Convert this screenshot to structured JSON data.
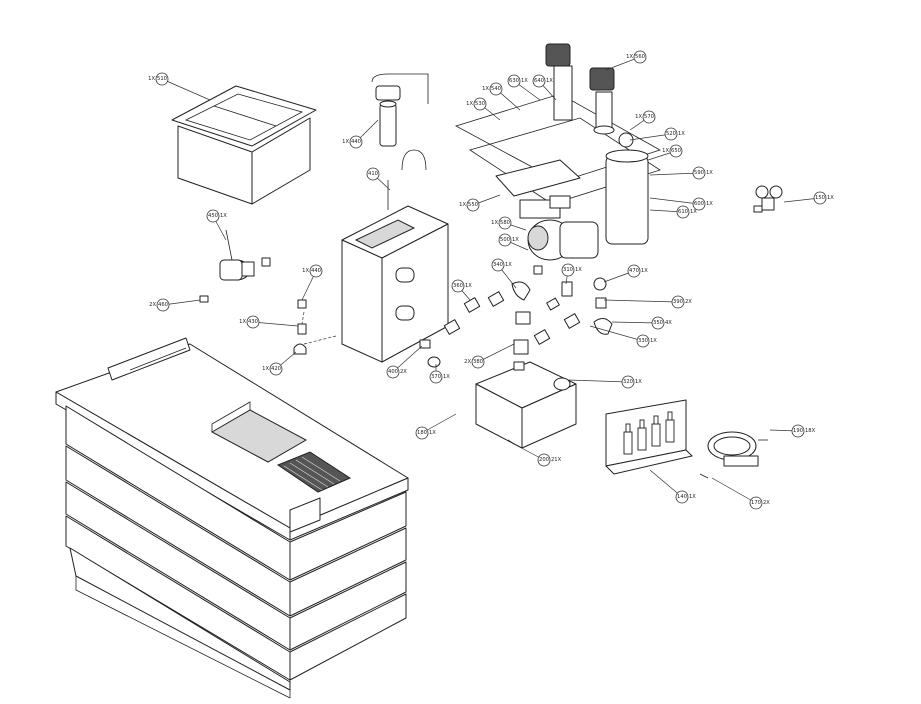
{
  "callouts": [
    {
      "id": "510",
      "num": "510",
      "qty": "1X",
      "side": "left"
    },
    {
      "id": "440",
      "num": "440",
      "qty": "1X",
      "side": "left"
    },
    {
      "id": "410",
      "num": "410",
      "qty": "",
      "side": "none"
    },
    {
      "id": "450",
      "num": "450",
      "qty": "1X",
      "side": "right"
    },
    {
      "id": "460",
      "num": "460",
      "qty": "2X",
      "side": "left"
    },
    {
      "id": "440b",
      "num": "440",
      "qty": "1X",
      "side": "left"
    },
    {
      "id": "430",
      "num": "430",
      "qty": "1X",
      "side": "left"
    },
    {
      "id": "420",
      "num": "420",
      "qty": "1X",
      "side": "left"
    },
    {
      "id": "530",
      "num": "530",
      "qty": "1X",
      "side": "left"
    },
    {
      "id": "540",
      "num": "540",
      "qty": "1X",
      "side": "left"
    },
    {
      "id": "630",
      "num": "630",
      "qty": "1X",
      "side": "right"
    },
    {
      "id": "640",
      "num": "640",
      "qty": "1X",
      "side": "right"
    },
    {
      "id": "560",
      "num": "560",
      "qty": "1X",
      "side": "left"
    },
    {
      "id": "570",
      "num": "570",
      "qty": "1X",
      "side": "left"
    },
    {
      "id": "520",
      "num": "520",
      "qty": "1X",
      "side": "right"
    },
    {
      "id": "650",
      "num": "650",
      "qty": "1X",
      "side": "left"
    },
    {
      "id": "590",
      "num": "590",
      "qty": "1X",
      "side": "right"
    },
    {
      "id": "600",
      "num": "600",
      "qty": "1X",
      "side": "right"
    },
    {
      "id": "610",
      "num": "610",
      "qty": "1X",
      "side": "right"
    },
    {
      "id": "550",
      "num": "550",
      "qty": "1X",
      "side": "left"
    },
    {
      "id": "580",
      "num": "580",
      "qty": "1X",
      "side": "left"
    },
    {
      "id": "500",
      "num": "500",
      "qty": "1X",
      "side": "right"
    },
    {
      "id": "150",
      "num": "150",
      "qty": "1X",
      "side": "right"
    },
    {
      "id": "340",
      "num": "340",
      "qty": "1X",
      "side": "right"
    },
    {
      "id": "310",
      "num": "310",
      "qty": "1X",
      "side": "right"
    },
    {
      "id": "470",
      "num": "470",
      "qty": "1X",
      "side": "right"
    },
    {
      "id": "360",
      "num": "360",
      "qty": "1X",
      "side": "right"
    },
    {
      "id": "390",
      "num": "390",
      "qty": "2X",
      "side": "right"
    },
    {
      "id": "350",
      "num": "350",
      "qty": "4X",
      "side": "right"
    },
    {
      "id": "330",
      "num": "330",
      "qty": "1X",
      "side": "right"
    },
    {
      "id": "380",
      "num": "380",
      "qty": "2X",
      "side": "left"
    },
    {
      "id": "400",
      "num": "400",
      "qty": "2X",
      "side": "right"
    },
    {
      "id": "370",
      "num": "370",
      "qty": "1X",
      "side": "right"
    },
    {
      "id": "320",
      "num": "320",
      "qty": "1X",
      "side": "right"
    },
    {
      "id": "180",
      "num": "180",
      "qty": "1X",
      "side": "right"
    },
    {
      "id": "200",
      "num": "200",
      "qty": "21X",
      "side": "right"
    },
    {
      "id": "190",
      "num": "190",
      "qty": "18X",
      "side": "right"
    },
    {
      "id": "140",
      "num": "140",
      "qty": "1X",
      "side": "right"
    },
    {
      "id": "170",
      "num": "170",
      "qty": "2X",
      "side": "right"
    }
  ]
}
